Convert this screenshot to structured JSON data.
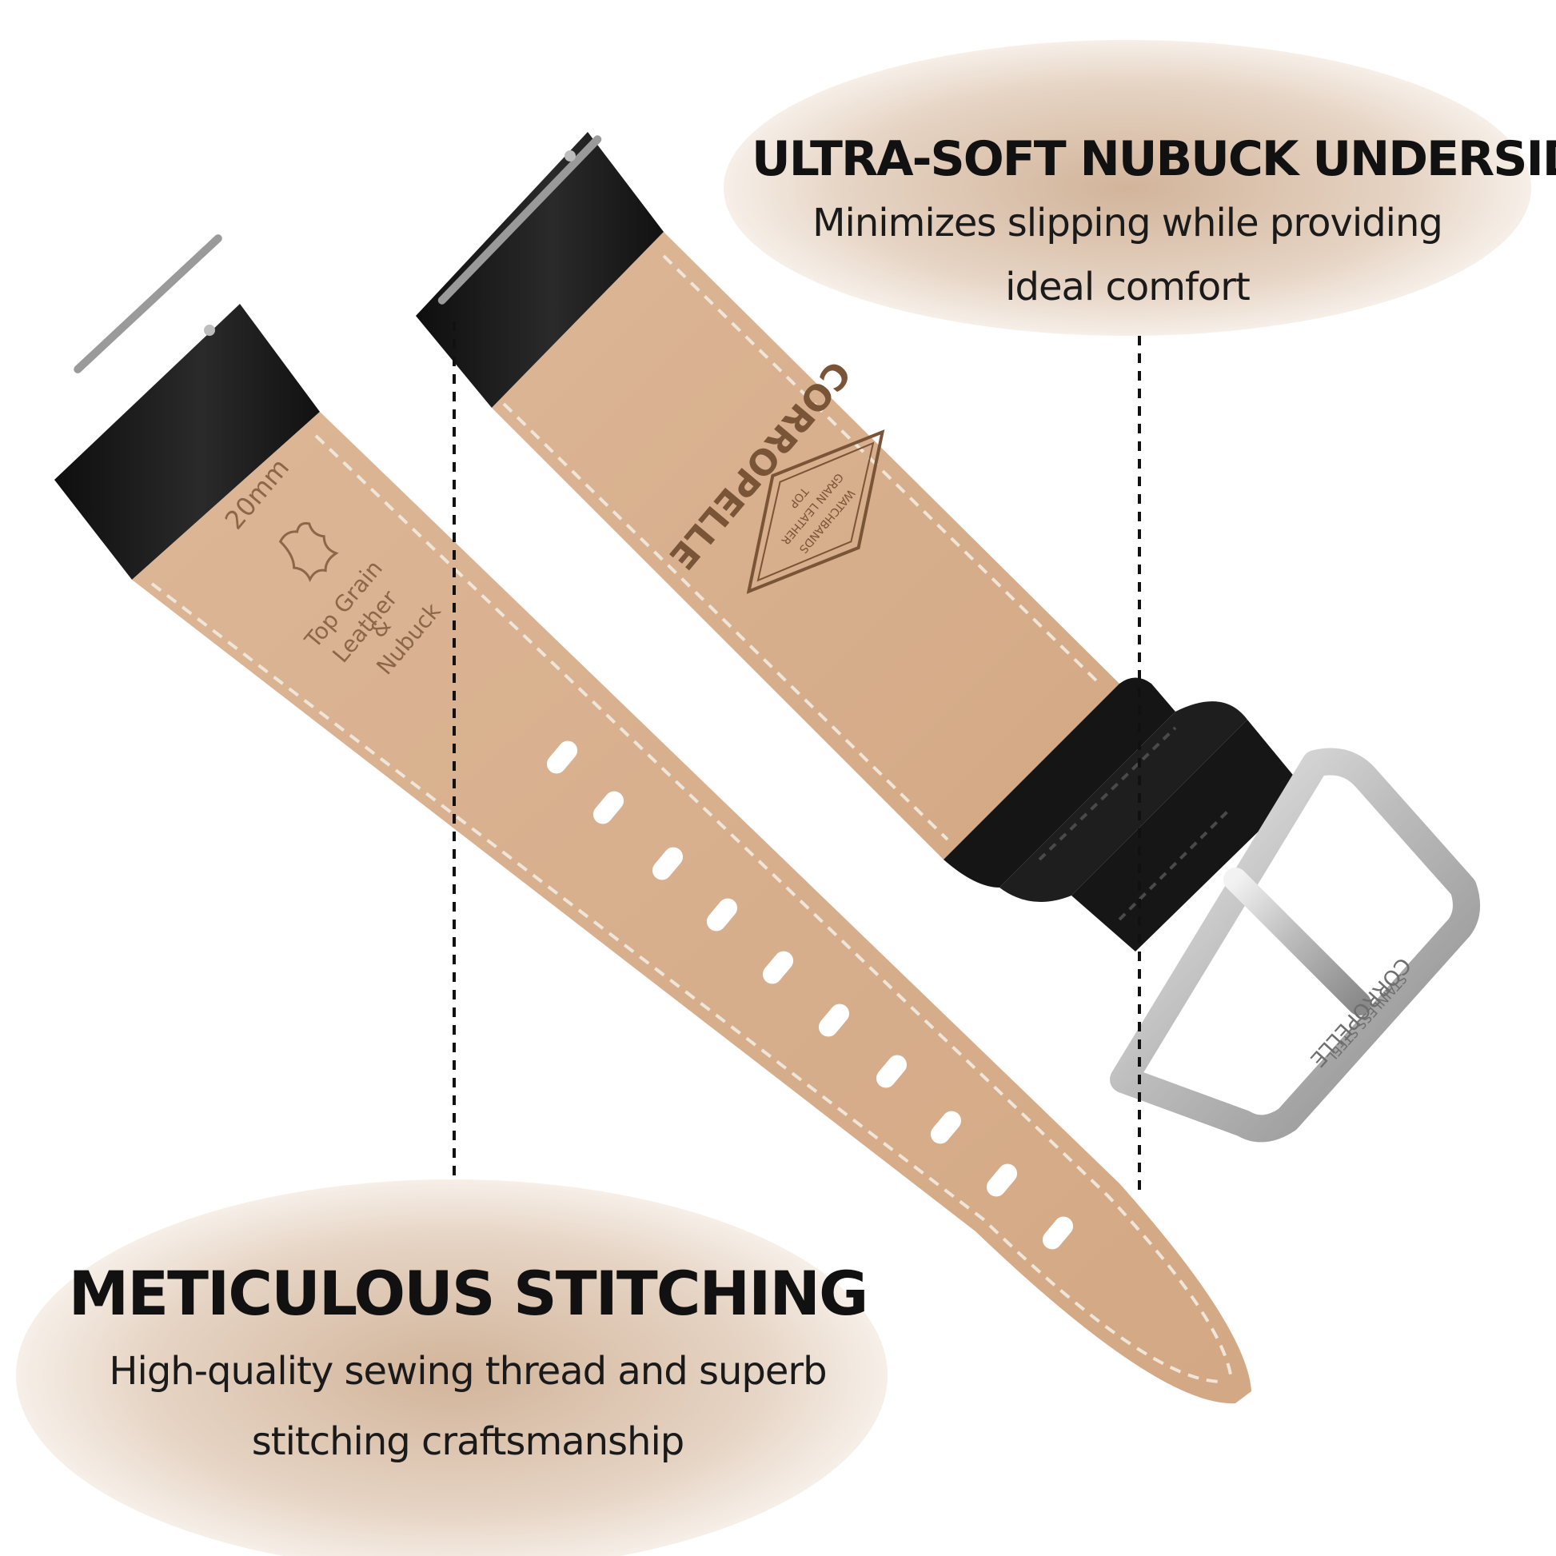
{
  "colors": {
    "background": "#ffffff",
    "leather_black": "#141414",
    "nubuck_tan": "#d9b190",
    "stitch_thread": "#e8ddd0",
    "buckle_steel": "#c8c8c8",
    "callout_fill": "#d9bfa8"
  },
  "top_callout": {
    "heading": "ULTRA-SOFT NUBUCK UNDERSIDE",
    "body_line1": "Minimizes slipping while providing",
    "body_line2": "ideal comfort"
  },
  "bottom_callout": {
    "heading": "METICULOUS STITCHING",
    "body_line1": "High-quality sewing thread and superb",
    "body_line2": "stitching craftsmanship"
  },
  "long_strap_stamp": {
    "width": "20mm",
    "line1": "Top Grain",
    "line2": "Leather",
    "line3": "&",
    "line4": "Nubuck"
  },
  "short_strap_logo": {
    "brand": "CORROPELLE",
    "sub1": "TOP",
    "sub2": "GRAIN LEATHER",
    "sub3": "WATCHBANDS"
  },
  "buckle_engraving": {
    "brand": "CORROPELLE",
    "material": "STAINLESS STEEL"
  },
  "strap_hole_count": 10
}
